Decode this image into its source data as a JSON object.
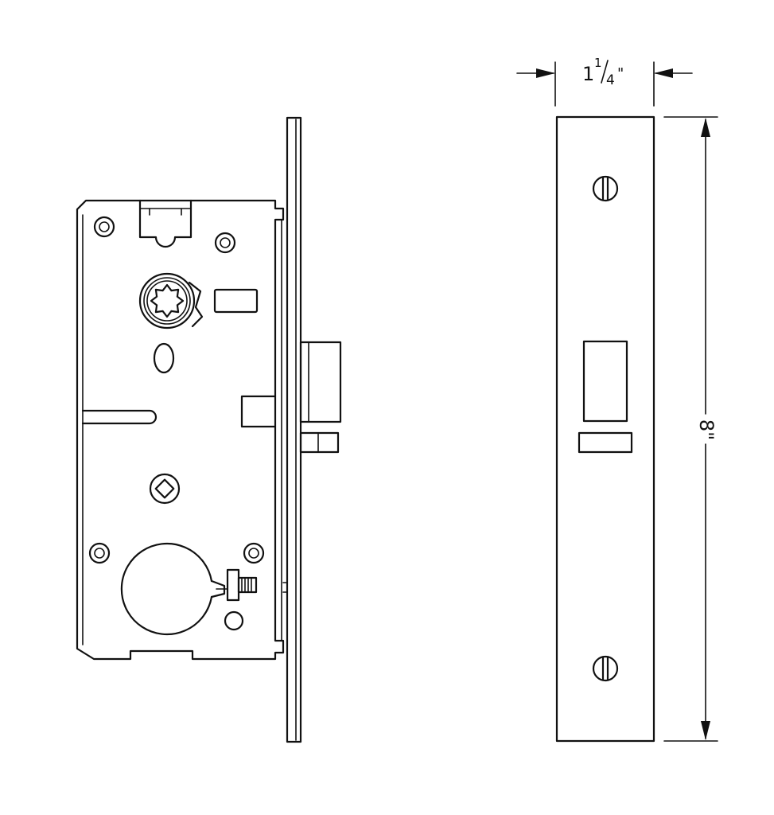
{
  "dimensions": {
    "width_whole": "1",
    "width_numerator": "1",
    "width_denominator": "4",
    "width_unit": "\"",
    "height_label": "8\""
  },
  "colors": {
    "line": "#111111",
    "background": "#ffffff"
  }
}
